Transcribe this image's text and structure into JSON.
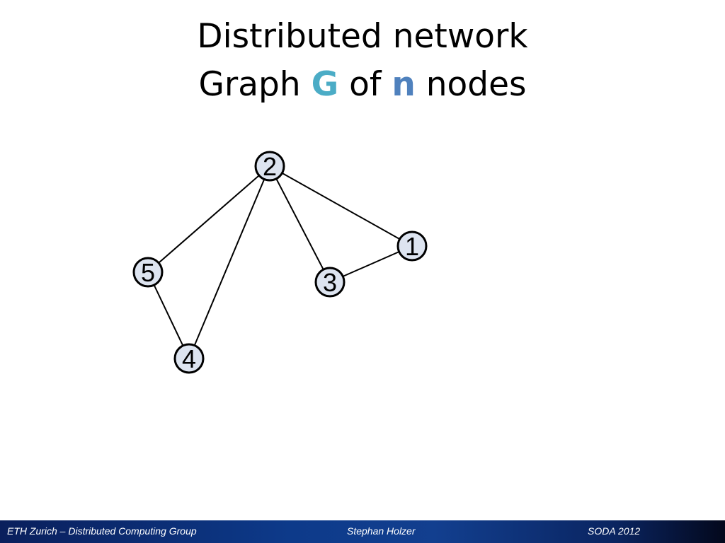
{
  "title": {
    "line1": "Distributed network",
    "line2_prefix": "Graph ",
    "graph_symbol": "G",
    "line2_middle": " of ",
    "node_symbol": "n",
    "line2_suffix": " nodes",
    "accent_colors": {
      "G": "#4bacc6",
      "n": "#4f81bd"
    }
  },
  "graph": {
    "nodes": [
      {
        "id": "1",
        "label": "1"
      },
      {
        "id": "2",
        "label": "2"
      },
      {
        "id": "3",
        "label": "3"
      },
      {
        "id": "4",
        "label": "4"
      },
      {
        "id": "5",
        "label": "5"
      }
    ],
    "edges": [
      [
        "2",
        "5"
      ],
      [
        "2",
        "4"
      ],
      [
        "2",
        "3"
      ],
      [
        "2",
        "1"
      ],
      [
        "3",
        "1"
      ],
      [
        "5",
        "4"
      ]
    ],
    "node_fill": "#dde4f0",
    "node_stroke": "#000000"
  },
  "footer": {
    "left": "ETH Zurich – Distributed Computing Group",
    "center": "Stephan Holzer",
    "right": "SODA 2012"
  }
}
